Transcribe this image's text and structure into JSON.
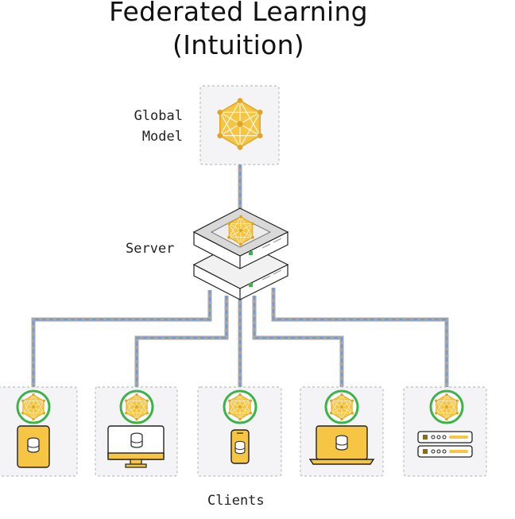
{
  "title_line1": "Federated Learning",
  "title_line2": "(Intuition)",
  "global_model_label_line1": "Global",
  "global_model_label_line2": "Model",
  "server_label": "Server",
  "clients_label": "Clients",
  "colors": {
    "model_yellow": "#F6C543",
    "model_dark": "#E2A521",
    "ring_green": "#3CB34A",
    "link_blue": "#6E9BD8",
    "link_gray": "#A7A7A7",
    "card_bg": "#F4F4F6",
    "card_border": "#BDBDBD"
  },
  "clients": [
    {
      "device": "tablet"
    },
    {
      "device": "desktop-monitor"
    },
    {
      "device": "smartphone"
    },
    {
      "device": "laptop"
    },
    {
      "device": "server-rack"
    }
  ]
}
